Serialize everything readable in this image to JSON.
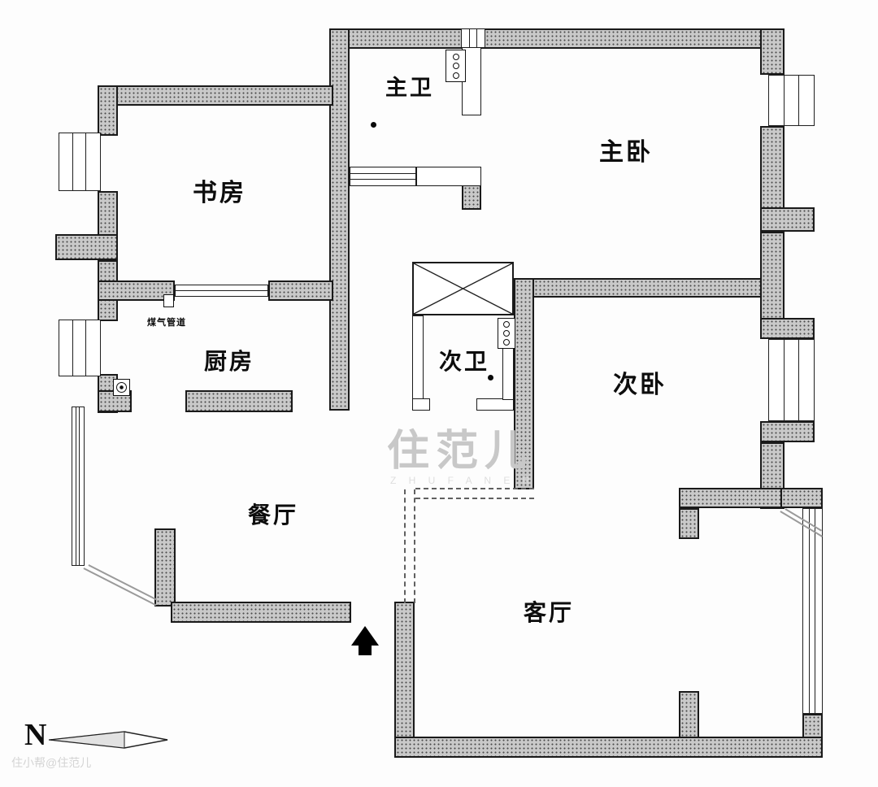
{
  "plan": {
    "rooms": {
      "master_bath": "主卫",
      "master_bedroom": "主卧",
      "study": "书房",
      "kitchen": "厨房",
      "second_bath": "次卫",
      "second_bedroom": "次卧",
      "dining": "餐厅",
      "living": "客厅"
    },
    "annotations": {
      "gas_pipe_label": "煤气管道",
      "north_letter": "N"
    },
    "watermarks": {
      "center_main": "住范儿",
      "center_sub": "Z H U F A N E R",
      "corner": "住小帮@住范儿"
    },
    "icons": [
      "toilet-icon",
      "gas-meter-icon",
      "gas-valve-icon",
      "elevator-cross-icon",
      "entrance-arrow-icon",
      "compass-needle-icon",
      "door-handle-dot"
    ],
    "colors": {
      "wall_fill": "#c9c9c9",
      "wall_speckle": "#4a4a4a",
      "outline": "#1a1a1a",
      "watermark": "#c8c8c8",
      "arrow": "#000000"
    }
  }
}
